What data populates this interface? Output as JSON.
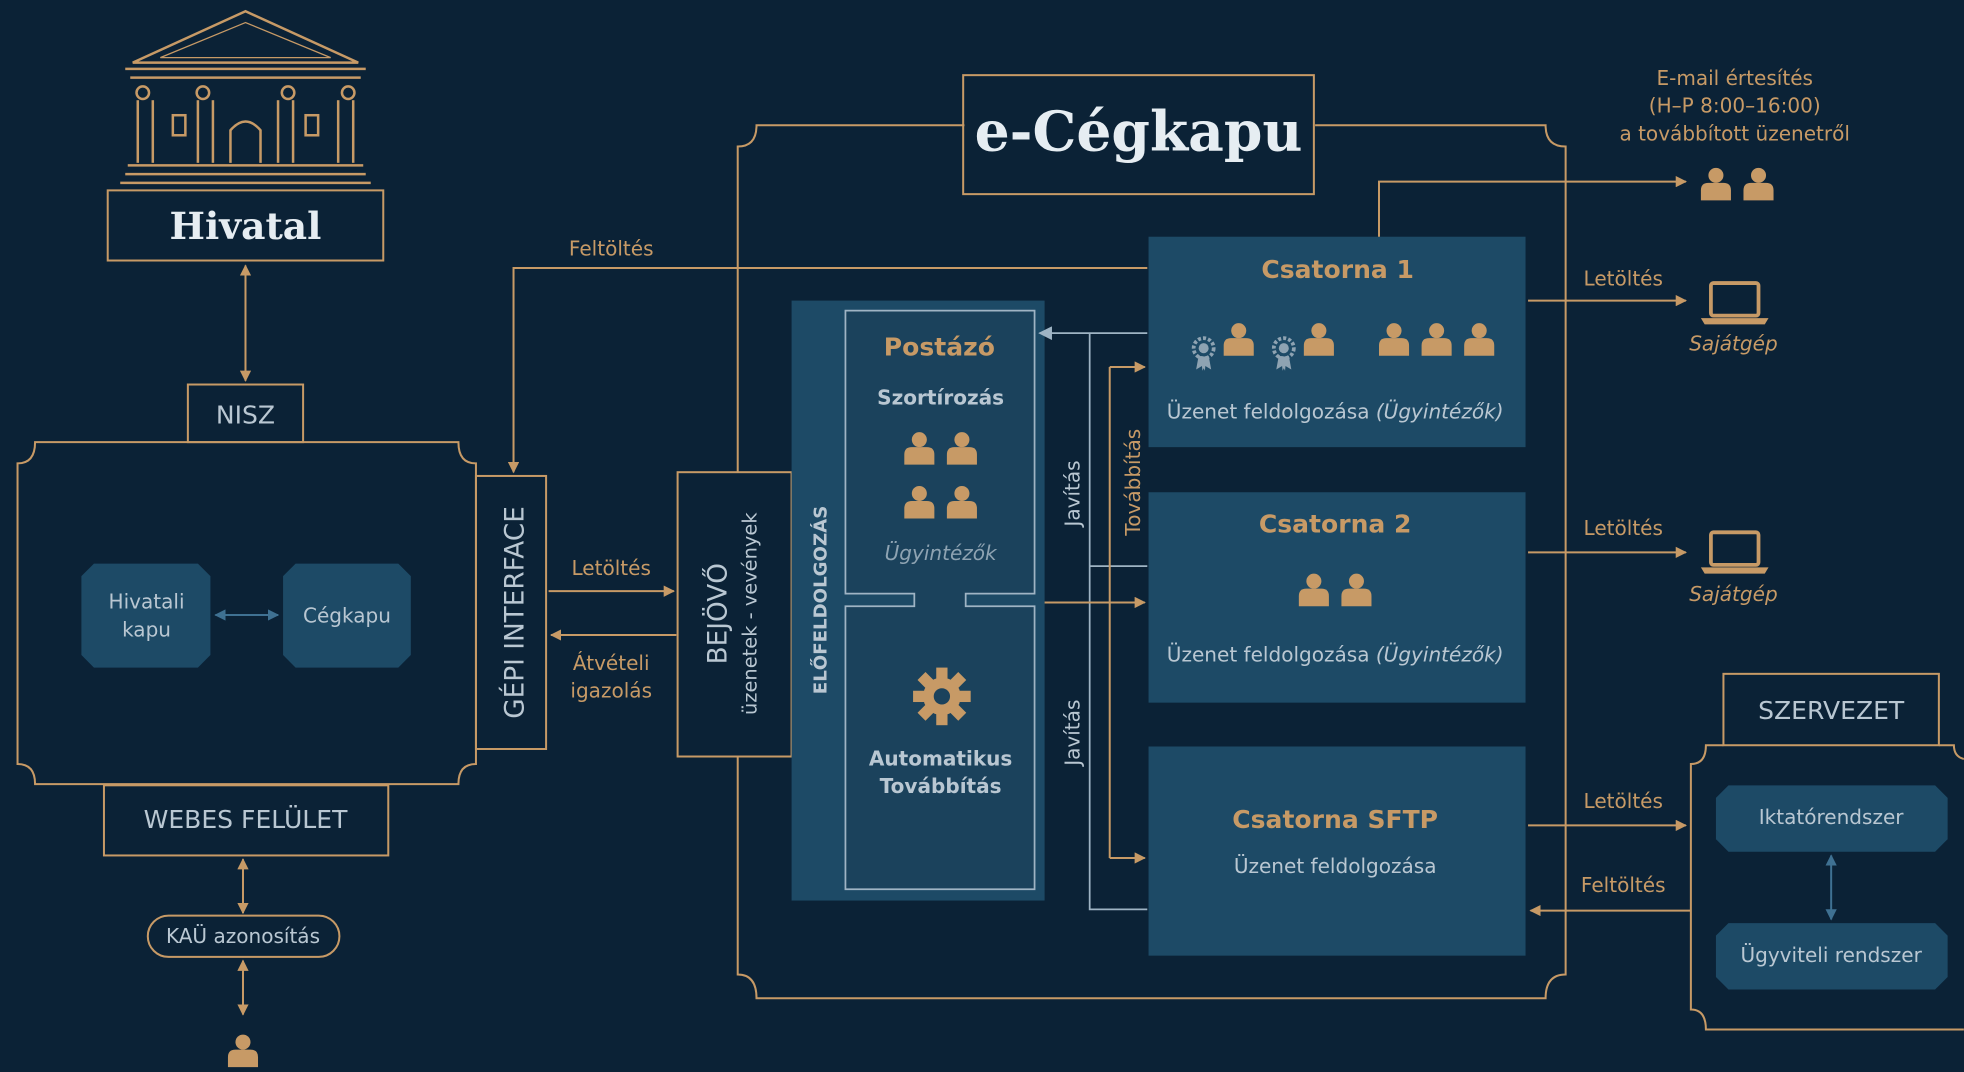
{
  "colors": {
    "background": "#0b2236",
    "gold": "#c79a66",
    "panel": "#1d4a66",
    "panel_inner": "#1b425c",
    "muted_text": "#b9c7d2",
    "line_light": "#9fb4c4",
    "dark_text": "#e6edf2"
  },
  "hivatal": {
    "title": "Hivatal",
    "icon": "government-building-icon"
  },
  "nisz": {
    "label": "NISZ"
  },
  "left_panel": {
    "box_hivatali_kapu": [
      "Hivatali",
      "kapu"
    ],
    "box_cegkapu": "Cégkapu",
    "webes_felulet": "WEBES FELÜLET",
    "kau": "KAÜ azonosítás",
    "user_icon": "person-icon"
  },
  "gepi_interface": "GÉPI INTERFACE",
  "labels": {
    "feltoltes_top": "Feltöltés",
    "letoltes_mid": "Letöltés",
    "atveteli": [
      "Átvételi",
      "igazolás"
    ]
  },
  "bejovo": {
    "title": "BEJÖVŐ",
    "subtitle": "üzenetek - vevények"
  },
  "ecegkapu": {
    "title": "e-Cégkapu"
  },
  "elofeldolgozas": {
    "vertical_label": "ELŐFELDOLGOZÁS",
    "postazo_title": "Postázó",
    "szortirozas": "Szortírozás",
    "ugyintezok": "Ügyintézők",
    "auto_title": [
      "Automatikus",
      "Továbbítás"
    ],
    "gear_icon": "gear-icon"
  },
  "flow_labels": {
    "javitas_1": "Javítás",
    "tovabbitas": "Továbbítás",
    "javitas_2": "Javítás"
  },
  "channels": [
    {
      "title": "Csatorna 1",
      "text": "Üzenet feldolgozása ",
      "italic": "(Ügyintézők)"
    },
    {
      "title": "Csatorna 2",
      "text": "Üzenet feldolgozása ",
      "italic": "(Ügyintézők)"
    },
    {
      "title": "Csatorna SFTP",
      "text": "Üzenet feldolgozása",
      "italic": ""
    }
  ],
  "right": {
    "email_notice": [
      "E-mail értesítés",
      "(H–P 8:00–16:00)",
      "a továbbított üzenetről"
    ],
    "letoltes_1": "Letöltés",
    "sajatgep_1": "Sajátgép",
    "letoltes_2": "Letöltés",
    "sajatgep_2": "Sajátgép",
    "letoltes_3": "Letöltés",
    "feltoltes_3": "Feltöltés",
    "laptop_icon": "laptop-icon"
  },
  "szervezet": {
    "title": "SZERVEZET",
    "iktato": "Iktatórendszer",
    "ugyviteli": "Ügyviteli rendszer"
  }
}
